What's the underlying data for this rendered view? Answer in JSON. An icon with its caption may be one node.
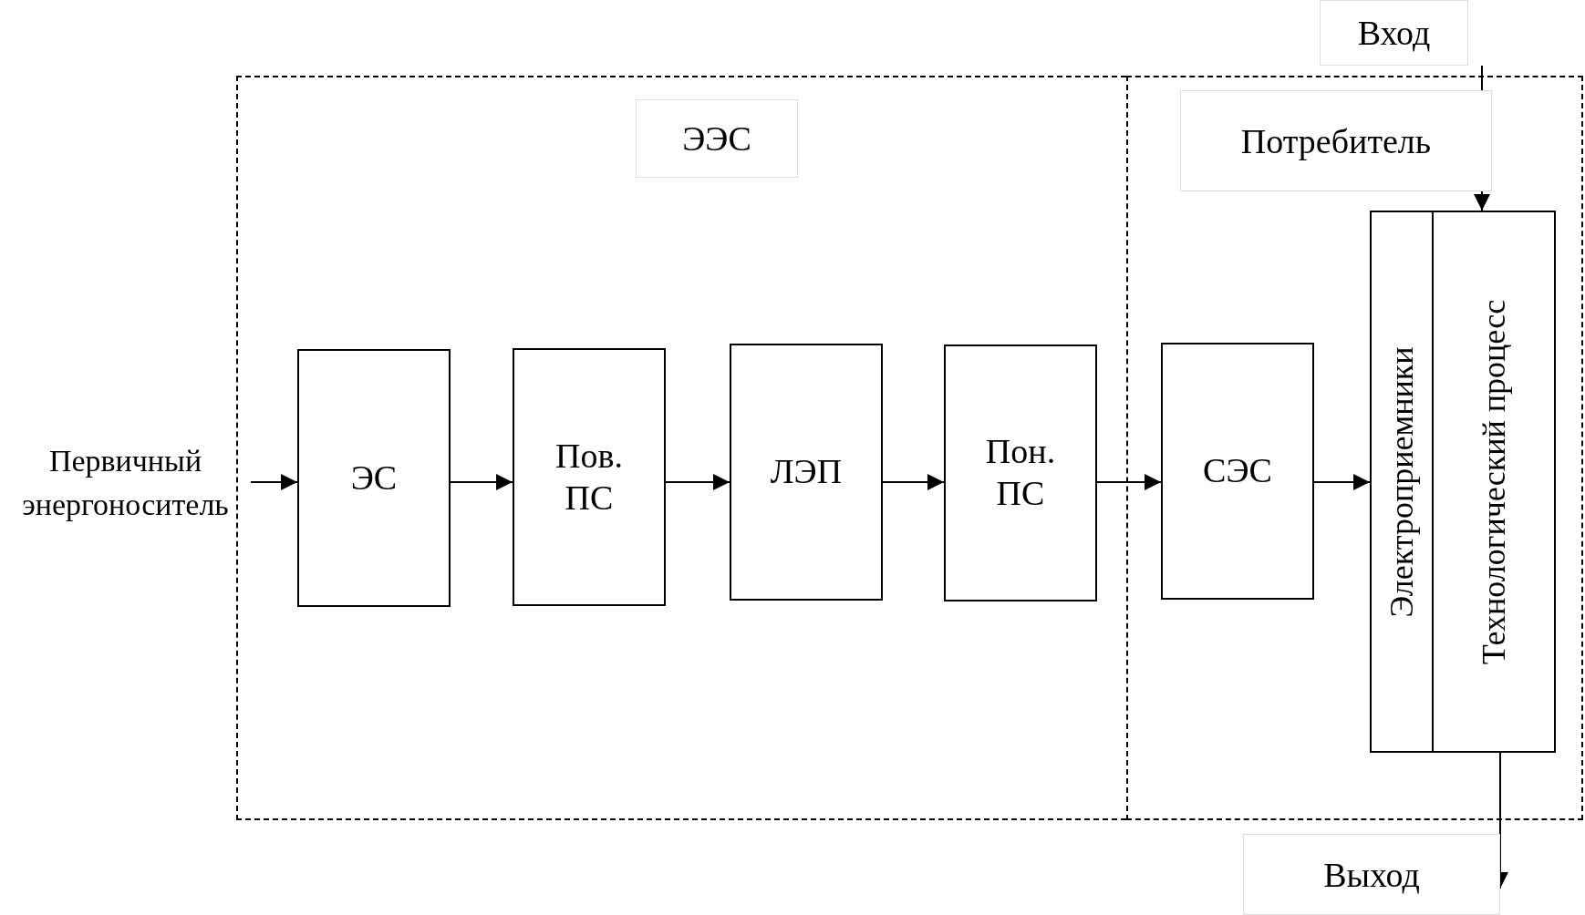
{
  "diagram": {
    "nodes": [
      {
        "text": [
          "ЭЭС"
        ]
      },
      {
        "text": [
          "Потребитель"
        ]
      },
      {
        "text": [
          "Первичный энергоноситель"
        ]
      },
      {
        "text": [
          "ЭС"
        ],
        "in": 0
      },
      {
        "text": [
          "Пов. ПС"
        ],
        "in": 0
      },
      {
        "text": [
          "ЛЭП"
        ],
        "in": 0
      },
      {
        "text": [
          "Пон. ПС"
        ],
        "in": 0
      },
      {
        "text": [
          "СЭС"
        ],
        "in": 1
      },
      {
        "text": [
          "Электроприемники"
        ],
        "in": 1
      },
      {
        "text": [
          "Технологический процесс"
        ],
        "in": 1
      },
      {
        "text": [
          "Вход"
        ]
      },
      {
        "text": [
          "Выход"
        ]
      }
    ],
    "edges": [
      {
        "from": 2,
        "to": 3,
        "arrow": "to"
      },
      {
        "from": 3,
        "to": 4,
        "arrow": "to"
      },
      {
        "from": 4,
        "to": 5,
        "arrow": "to"
      },
      {
        "from": 5,
        "to": 6,
        "arrow": "to"
      },
      {
        "from": 6,
        "to": 7,
        "arrow": "to"
      },
      {
        "from": 7,
        "to": 8,
        "arrow": "to"
      },
      {
        "from": 10,
        "to": 9,
        "arrow": "to"
      },
      {
        "from": 9,
        "to": 11,
        "arrow": "to"
      }
    ]
  }
}
